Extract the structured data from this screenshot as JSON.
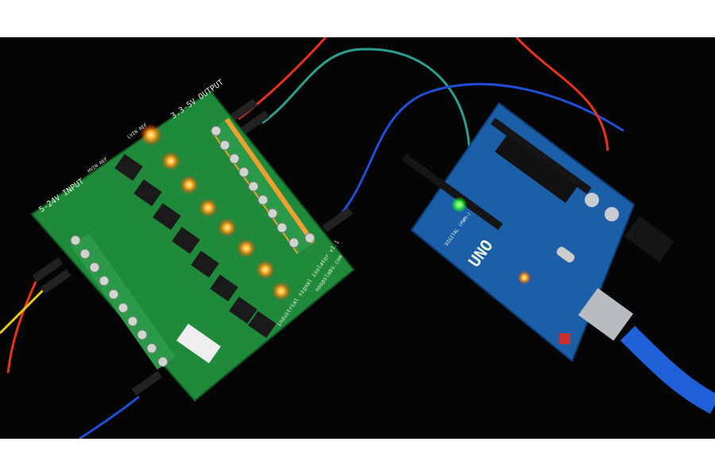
{
  "photo": {
    "isolator_board": {
      "input_label": "5-24V INPUT",
      "output_label": "3.3-5V OUTPUT",
      "lvin_label": "LVIN REF",
      "hvin_label": "HVIN REF",
      "website": "noopslabs.com",
      "product_name": "industrial signal isolator v1.1",
      "board_color": "#1f8a3a",
      "led_color": "#ffb020"
    },
    "arduino": {
      "model_label": "UNO",
      "digital_label": "DIGITAL (PWM~)",
      "board_color": "#1a5fa8"
    },
    "wire_colors": [
      "#e8321a",
      "#2aa090",
      "#1f4fd8",
      "#e6c81a"
    ]
  }
}
